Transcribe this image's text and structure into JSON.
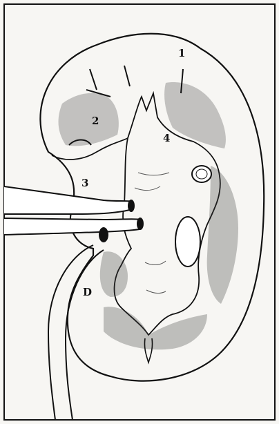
{
  "figure": {
    "colors": {
      "ink": "#111111",
      "paper": "#f7f6f3",
      "stipple": "#3a3a3a"
    },
    "labels": {
      "cortex": "1",
      "pyramids": "2",
      "pelvis_region": "3",
      "papilla": "4",
      "lower_marker": "D"
    }
  }
}
